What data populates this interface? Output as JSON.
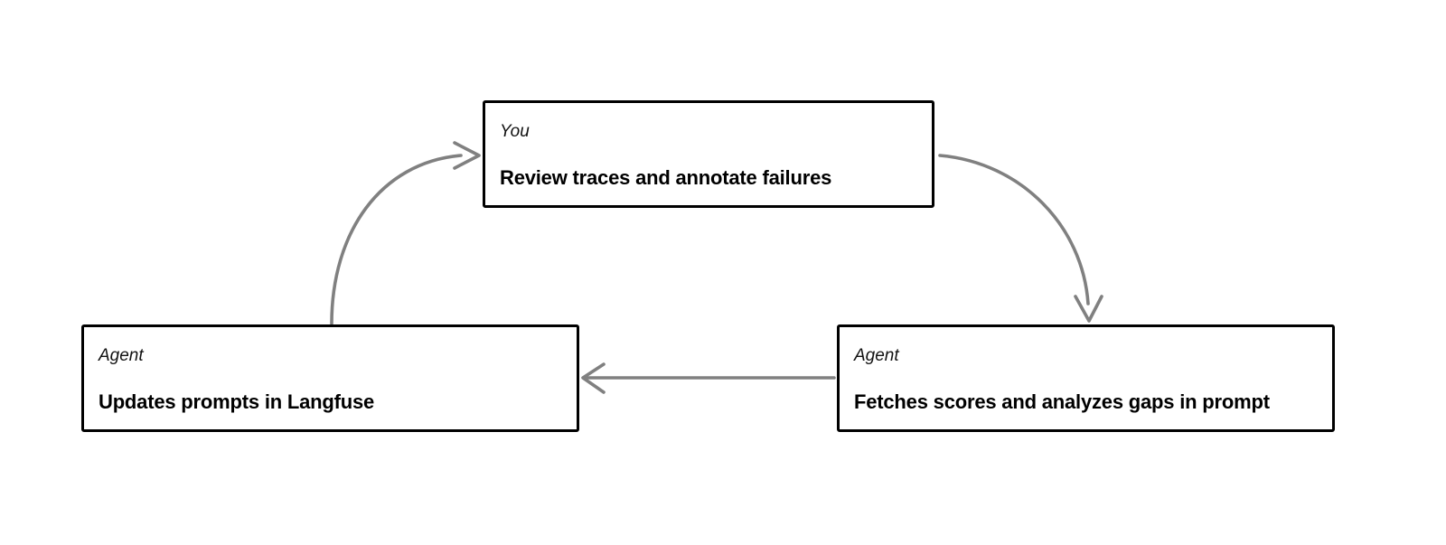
{
  "diagram": {
    "type": "cycle-flowchart",
    "background_color": "#ffffff",
    "box_border_color": "#000000",
    "arrow_color": "#808080",
    "nodes": [
      {
        "id": "you-review",
        "role": "You",
        "title": "Review traces and annotate failures",
        "position": "top-center"
      },
      {
        "id": "agent-fetch",
        "role": "Agent",
        "title": "Fetches scores and analyzes gaps in prompt",
        "position": "bottom-right"
      },
      {
        "id": "agent-update",
        "role": "Agent",
        "title": "Updates prompts in Langfuse",
        "position": "bottom-left"
      }
    ],
    "edges": [
      {
        "id": "edge-you-to-fetch",
        "from": "you-review",
        "to": "agent-fetch",
        "style": "curved",
        "direction": "down-right",
        "arrowhead": "open-v"
      },
      {
        "id": "edge-fetch-to-update",
        "from": "agent-fetch",
        "to": "agent-update",
        "style": "straight",
        "direction": "left",
        "arrowhead": "open-v"
      },
      {
        "id": "edge-update-to-you",
        "from": "agent-update",
        "to": "you-review",
        "style": "curved",
        "direction": "up-right",
        "arrowhead": "open-v"
      }
    ]
  }
}
